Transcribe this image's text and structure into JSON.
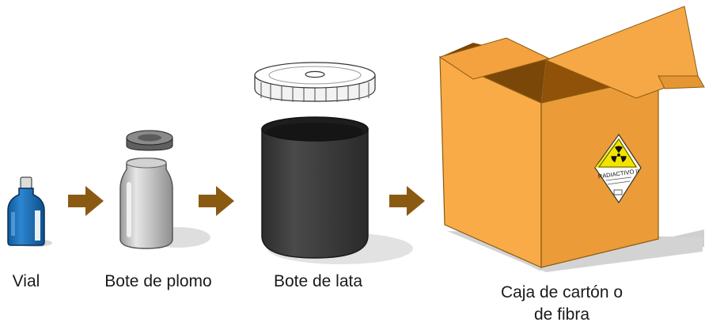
{
  "labels": {
    "vial": "Vial",
    "lead_pot": "Bote de plomo",
    "tin_can": "Bote de lata",
    "box_line1": "Caja de cartón o",
    "box_line2": "de fibra"
  },
  "hazard_label": {
    "word": "RADIACTIVO II",
    "color": "#f2e400"
  },
  "colors": {
    "arrow": "#8a5a12",
    "box_front": "#f9ab48",
    "box_side": "#eb9b38",
    "tin_can": "#3d3d3d",
    "vial_blue": "#1a6eb5"
  },
  "icons": [
    "arrow-right-icon",
    "radiation-trefoil-icon"
  ]
}
